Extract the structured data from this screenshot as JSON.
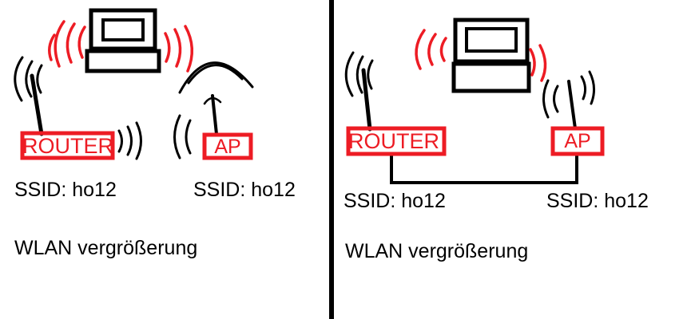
{
  "panels": {
    "left": {
      "router_label": "ROUTER",
      "router_ssid": "SSID: ho12",
      "ap_label": "AP",
      "ap_ssid": "SSID: ho12",
      "caption": "WLAN vergrößerung"
    },
    "right": {
      "router_label": "ROUTER",
      "router_ssid": "SSID: ho12",
      "ap_label": "AP",
      "ap_ssid": "SSID: ho12",
      "caption": "WLAN vergrößerung"
    }
  },
  "icons": {
    "computer": "desktop-computer-icon",
    "red_waves": "wifi-waves-red-icon",
    "black_waves": "wifi-waves-black-icon",
    "antenna": "antenna-icon",
    "cable": "ethernet-cable-line"
  },
  "colors": {
    "ink": "#000000",
    "accent": "#ed1c24"
  }
}
